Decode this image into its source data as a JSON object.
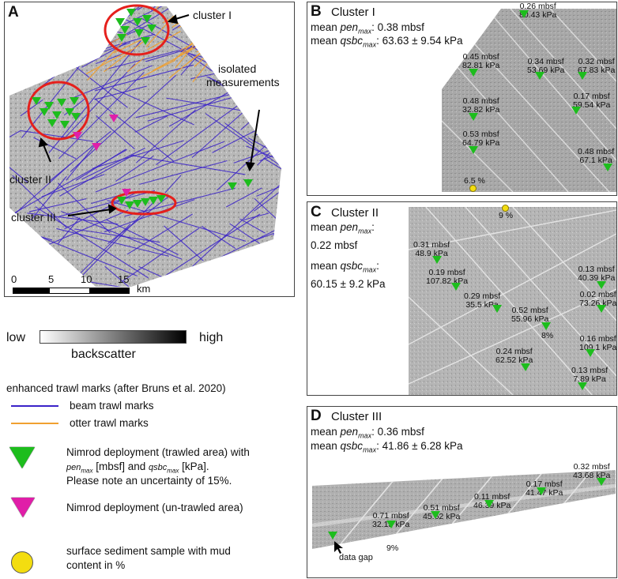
{
  "panel_a": {
    "letter": "A",
    "labels": {
      "cluster1": "cluster I",
      "cluster2": "cluster II",
      "cluster3": "cluster III",
      "isolated_line1": "isolated",
      "isolated_line2": "measurements"
    },
    "scalebar": {
      "ticks": [
        "0",
        "5",
        "10",
        "15"
      ],
      "unit": "km"
    }
  },
  "panel_b": {
    "letter": "B",
    "title": "Cluster I",
    "pen_prefix": "mean ",
    "pen_var": "pen",
    "pen_sub": "max",
    "pen_value": ": 0.38 mbsf",
    "qsbc_prefix": "mean ",
    "qsbc_var": "qsbc",
    "qsbc_sub": "max",
    "qsbc_value": ": 63.63 ± 9.54 kPa",
    "points": [
      {
        "pen": "0.26 mbsf",
        "q": "80.43 kPa"
      },
      {
        "pen": "0.45 mbsf",
        "q": "82.81 kPa"
      },
      {
        "pen": "0.34 mbsf",
        "q": "53.69 kPa"
      },
      {
        "pen": "0.32 mbsf",
        "q": "67.83 kPa"
      },
      {
        "pen": "0.48 mbsf",
        "q": "32.82 kPa"
      },
      {
        "pen": "0.17 mbsf",
        "q": "59.54 kPa"
      },
      {
        "pen": "0.53 mbsf",
        "q": "64.79 kPa"
      },
      {
        "pen": "0.48 mbsf",
        "q": "67.1 kPa"
      }
    ],
    "mud": "6.5 %"
  },
  "panel_c": {
    "letter": "C",
    "title": "Cluster II",
    "pen_prefix": "mean ",
    "pen_var": "pen",
    "pen_sub": "max",
    "pen_colon": ":",
    "pen_value": "0.22 mbsf",
    "qsbc_prefix": "mean ",
    "qsbc_var": "qsbc",
    "qsbc_sub": "max",
    "qsbc_colon": ":",
    "qsbc_value": "60.15 ± 9.2 kPa",
    "points": [
      {
        "pen": "0.31 mbsf",
        "q": "48.9 kPa"
      },
      {
        "pen": "0.19 mbsf",
        "q": "107.82 kPa"
      },
      {
        "pen": "0.13 mbsf",
        "q": "40.39 kPa"
      },
      {
        "pen": "0.29 mbsf",
        "q": "35.5 kPa"
      },
      {
        "pen": "0.02 mbsf",
        "q": "73.26 kPa"
      },
      {
        "pen": "0.52 mbsf",
        "q": "55.96 kPa"
      },
      {
        "pen": "0.16 mbsf",
        "q": "109.1 kPa"
      },
      {
        "pen": "0.24 mbsf",
        "q": "62.52 kPa"
      },
      {
        "pen": "0.13 mbsf",
        "q": "7.89 kPa"
      }
    ],
    "mud_top": "9 %",
    "mud_mid": "8%"
  },
  "panel_d": {
    "letter": "D",
    "title": "Cluster III",
    "pen_prefix": "mean ",
    "pen_var": "pen",
    "pen_sub": "max",
    "pen_value": ": 0.36 mbsf",
    "qsbc_prefix": "mean ",
    "qsbc_var": "qsbc",
    "qsbc_sub": "max",
    "qsbc_value": ": 41.86 ± 6.28 kPa",
    "points": [
      {
        "pen": "0.32 mbsf",
        "q": "43.68 kPa"
      },
      {
        "pen": "0.17 mbsf",
        "q": "41.47 kPa"
      },
      {
        "pen": "0.11 mbsf",
        "q": "46.39 kPa"
      },
      {
        "pen": "0.51 mbsf",
        "q": "45.62 kPa"
      },
      {
        "pen": "0.71 mbsf",
        "q": "32.15 kPa"
      }
    ],
    "mud": "9%",
    "data_gap": "data gap"
  },
  "legend": {
    "backscatter_low": "low",
    "backscatter_high": "high",
    "backscatter_label": "backscatter",
    "trawl_title": "enhanced trawl marks (after Bruns et al. 2020)",
    "beam": "beam trawl marks",
    "otter": "otter trawl marks",
    "nimrod_trawled_line1": "Nimrod deployment (trawled area) with",
    "nimrod_trawled_pen": "pen",
    "nimrod_trawled_pen_sub": "max",
    "nimrod_trawled_mid": " [mbsf] and ",
    "nimrod_trawled_q": "qsbc",
    "nimrod_trawled_q_sub": "max",
    "nimrod_trawled_end": " [kPa].",
    "nimrod_trawled_line3": "Please note an uncertainty of 15%.",
    "nimrod_untrawled": "Nimrod deployment (un-trawled area)",
    "sediment_line1": "surface sediment sample with mud",
    "sediment_line2": "content in %"
  },
  "colors": {
    "beam": "#3a22c8",
    "otter": "#f0a030",
    "green_marker": "#1dbd1d",
    "magenta_marker": "#e01ea8",
    "yellow_marker": "#f3dd10",
    "cluster_ring": "#e5201c"
  }
}
